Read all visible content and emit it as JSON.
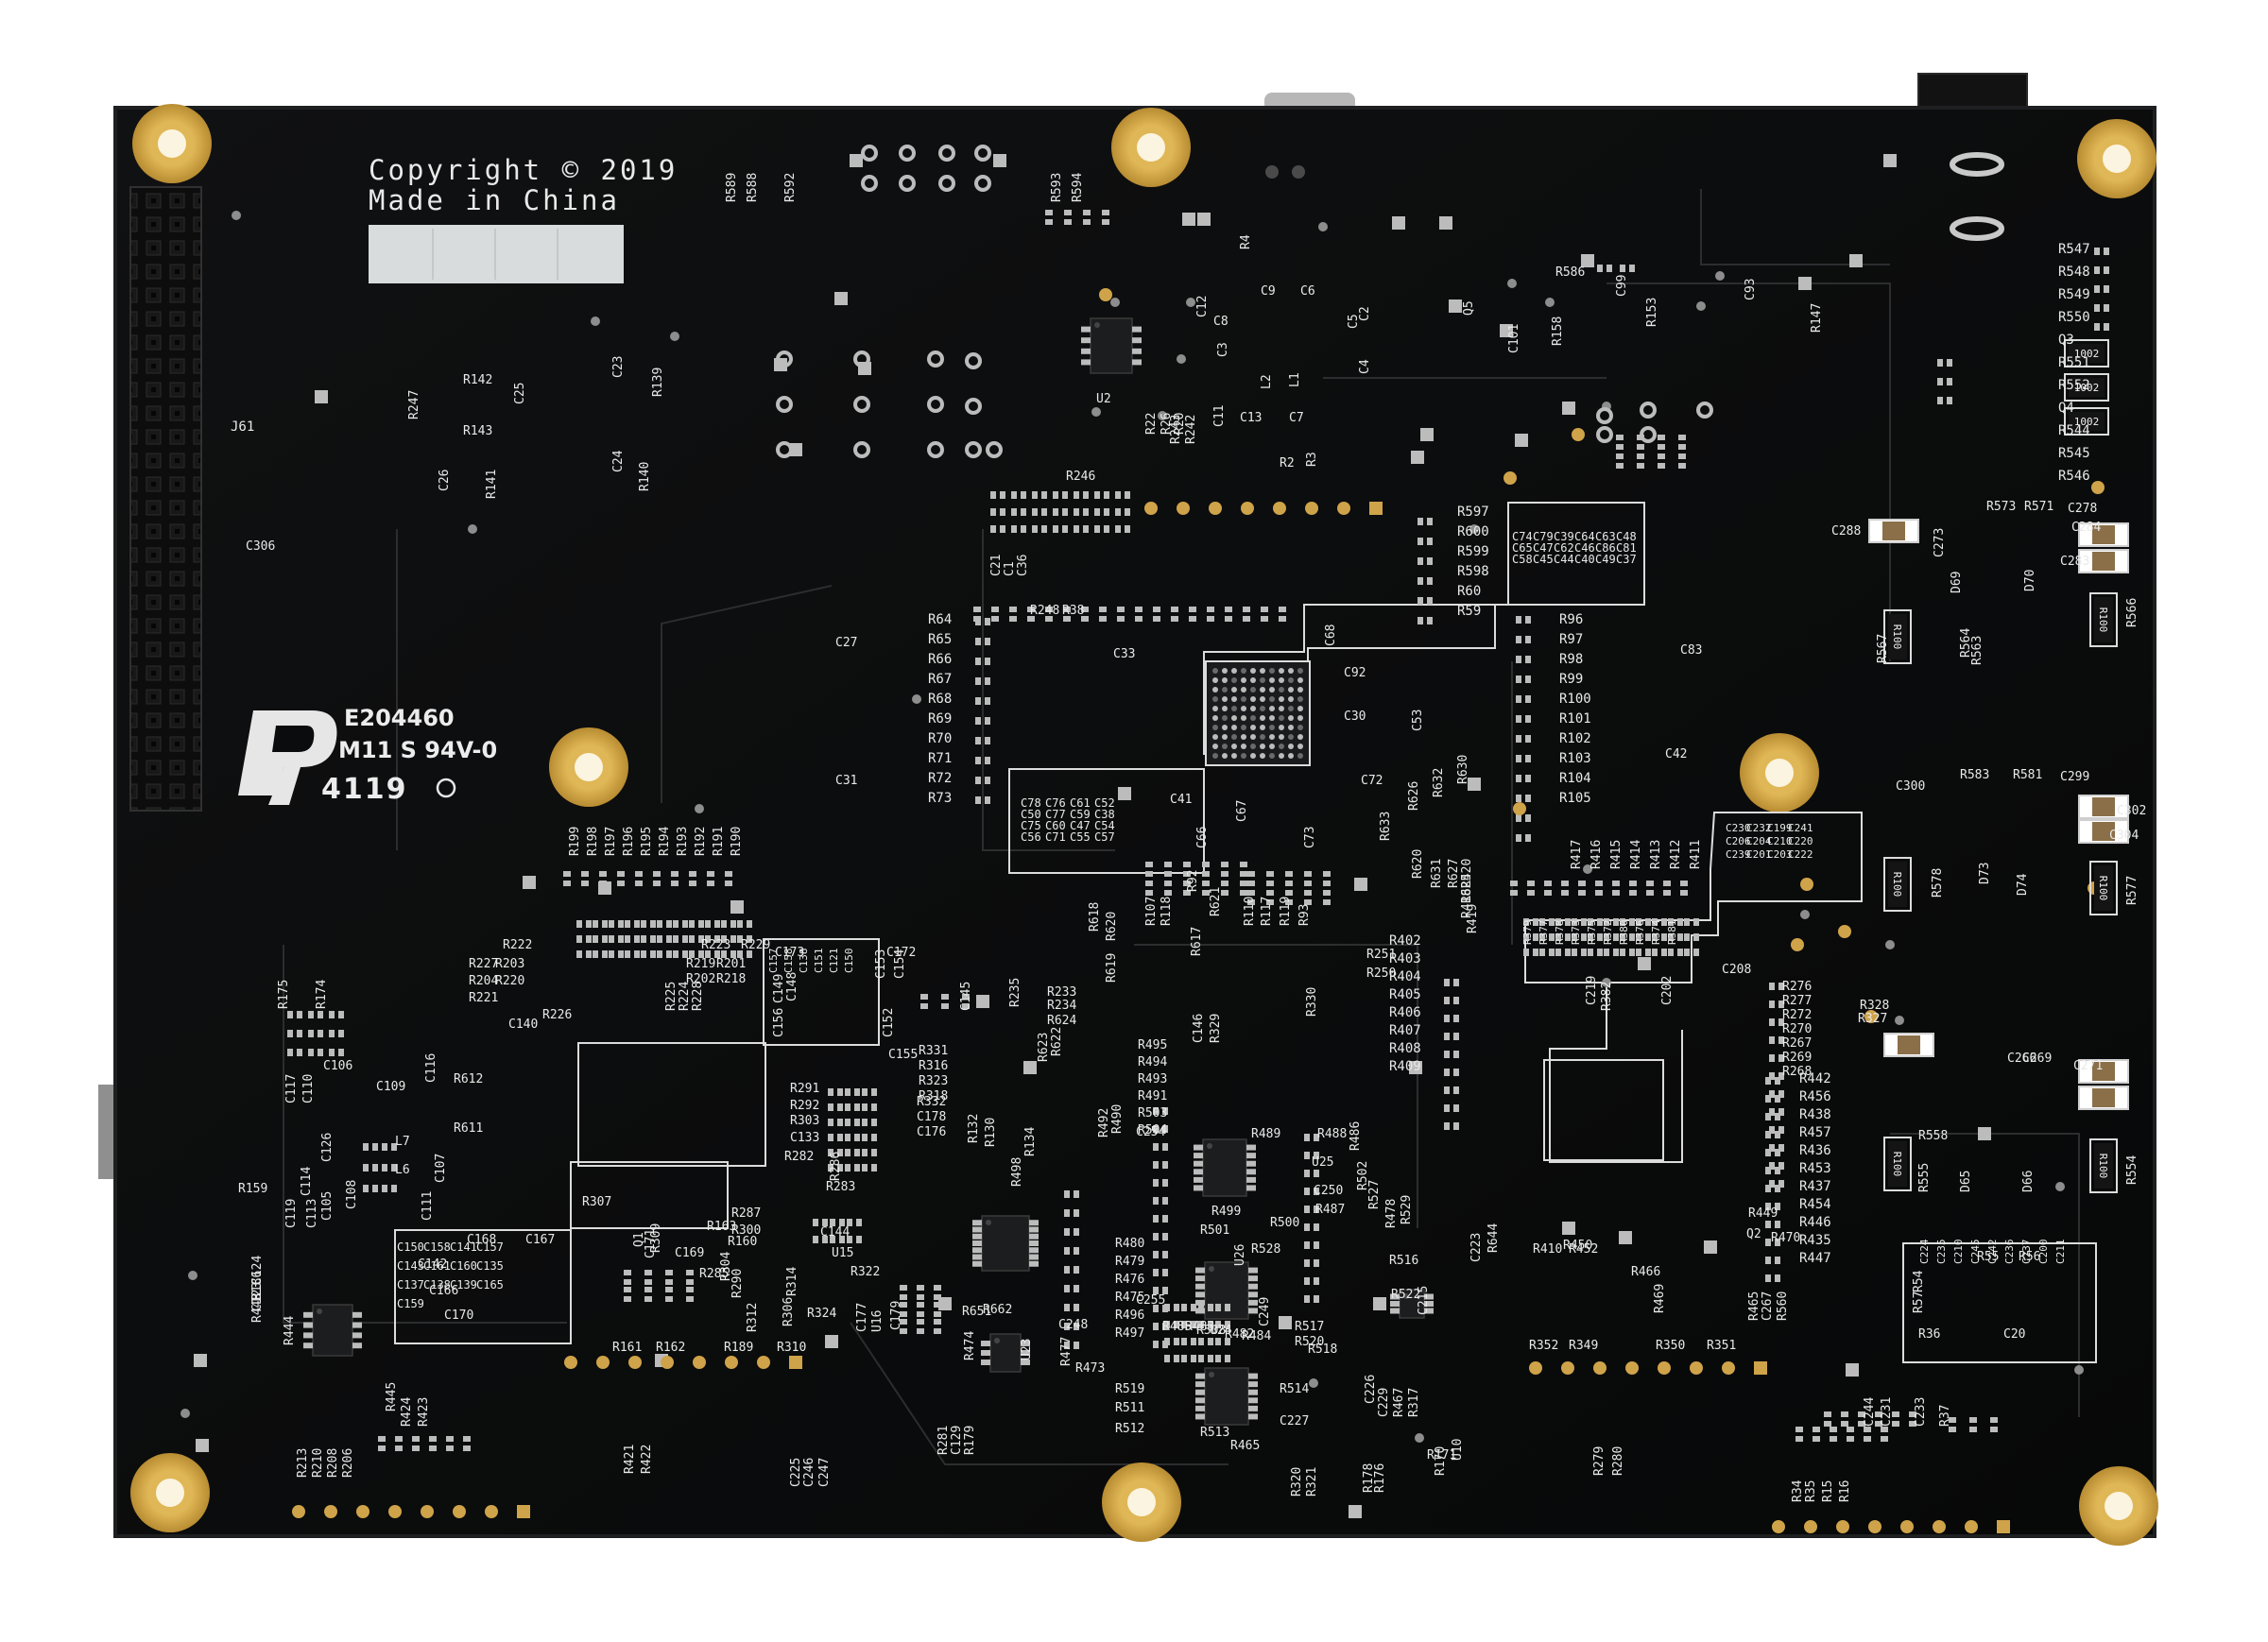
{
  "board": {
    "copyright_line1": "Copyright © 2019",
    "copyright_line2": "Made in China",
    "ul_cert": "E204460",
    "ul_rating": "M11 S 94V-0",
    "date_code": "4119",
    "header": "J61"
  },
  "labels": {
    "col_right": [
      "R547",
      "R548",
      "R549",
      "R550",
      "Q3",
      "R551",
      "R552",
      "Q4",
      "R544",
      "R545",
      "R546"
    ],
    "rgrid_a": [
      "R597",
      "R600",
      "R599",
      "R598",
      "R60",
      "R59"
    ],
    "rgrid_b": [
      "R96",
      "R97",
      "R98",
      "R99",
      "R100",
      "R101",
      "R102",
      "R103",
      "R104",
      "R105"
    ],
    "rgrid_c": [
      "R64",
      "R65",
      "R66",
      "R67",
      "R68",
      "R69",
      "R70",
      "R71",
      "R72",
      "R73"
    ],
    "rgrid_d": [
      "R402",
      "R403",
      "R404",
      "R405",
      "R406",
      "R407",
      "R408",
      "R409"
    ],
    "rgrid_e": [
      "R276",
      "R277",
      "R272",
      "R270",
      "R267",
      "R269",
      "R268"
    ],
    "rgrid_f": [
      "R442",
      "R456",
      "R438",
      "R457",
      "R436",
      "R453",
      "R437",
      "R454",
      "R446",
      "R435",
      "R447"
    ],
    "rgrid_g": [
      "R495",
      "R494",
      "R493",
      "R491",
      "R503",
      "R504"
    ],
    "rgrid_h": [
      "R480",
      "R479",
      "R476",
      "R475",
      "R496",
      "R497"
    ],
    "rrow_top": [
      "R199",
      "R198",
      "R197",
      "R196",
      "R195",
      "R194",
      "R193",
      "R192",
      "R191",
      "R190"
    ],
    "rrow_mid": [
      "R417",
      "R416",
      "R415",
      "R414",
      "R413",
      "R412",
      "R411"
    ],
    "rrow_bot": [
      "R213",
      "R210",
      "R208",
      "R206"
    ],
    "parts": [
      {
        "t": "R589"
      },
      {
        "t": "R588"
      },
      {
        "t": "R592"
      },
      {
        "t": "R593"
      },
      {
        "t": "R594"
      },
      {
        "t": "R4"
      },
      {
        "t": "R586"
      },
      {
        "t": "Q5"
      },
      {
        "t": "C101"
      },
      {
        "t": "R158"
      },
      {
        "t": "C99"
      },
      {
        "t": "R153"
      },
      {
        "t": "C93"
      },
      {
        "t": "R147"
      },
      {
        "t": "C12"
      },
      {
        "t": "C9"
      },
      {
        "t": "C6"
      },
      {
        "t": "C5"
      },
      {
        "t": "C2"
      },
      {
        "t": "C8"
      },
      {
        "t": "C3"
      },
      {
        "t": "L2"
      },
      {
        "t": "L1"
      },
      {
        "t": "C4"
      },
      {
        "t": "C7"
      },
      {
        "t": "C13"
      },
      {
        "t": "C11"
      },
      {
        "t": "U2"
      },
      {
        "t": "R22"
      },
      {
        "t": "R26"
      },
      {
        "t": "R20"
      },
      {
        "t": "R243"
      },
      {
        "t": "R242"
      },
      {
        "t": "R246"
      },
      {
        "t": "R2"
      },
      {
        "t": "R3"
      },
      {
        "t": "R142"
      },
      {
        "t": "R143"
      },
      {
        "t": "C25"
      },
      {
        "t": "R247"
      },
      {
        "t": "C23"
      },
      {
        "t": "R139"
      },
      {
        "t": "C24"
      },
      {
        "t": "R140"
      },
      {
        "t": "C26"
      },
      {
        "t": "R141"
      },
      {
        "t": "C306"
      },
      {
        "t": "C288"
      },
      {
        "t": "C273"
      },
      {
        "t": "R573"
      },
      {
        "t": "R571"
      },
      {
        "t": "C278"
      },
      {
        "t": "C284"
      },
      {
        "t": "C283"
      },
      {
        "t": "D69"
      },
      {
        "t": "D70"
      },
      {
        "t": "R567"
      },
      {
        "t": "R564"
      },
      {
        "t": "R563"
      },
      {
        "t": "R566"
      },
      {
        "t": "C83"
      },
      {
        "t": "C42"
      },
      {
        "t": "C300"
      },
      {
        "t": "R583"
      },
      {
        "t": "R581"
      },
      {
        "t": "C299"
      },
      {
        "t": "C302"
      },
      {
        "t": "C304"
      },
      {
        "t": "R578"
      },
      {
        "t": "D73"
      },
      {
        "t": "D74"
      },
      {
        "t": "R577"
      },
      {
        "t": "C27"
      },
      {
        "t": "C31"
      },
      {
        "t": "C33"
      },
      {
        "t": "C92"
      },
      {
        "t": "C30"
      },
      {
        "t": "C53"
      },
      {
        "t": "C72"
      },
      {
        "t": "C41"
      },
      {
        "t": "C67"
      },
      {
        "t": "C66"
      },
      {
        "t": "C73"
      },
      {
        "t": "C68"
      },
      {
        "t": "R248"
      },
      {
        "t": "R38"
      },
      {
        "t": "R626"
      },
      {
        "t": "R632"
      },
      {
        "t": "R630"
      },
      {
        "t": "R633"
      },
      {
        "t": "R620"
      },
      {
        "t": "R631"
      },
      {
        "t": "R627"
      },
      {
        "t": "R625"
      },
      {
        "t": "R420"
      },
      {
        "t": "R418"
      },
      {
        "t": "R419"
      },
      {
        "t": "R92"
      },
      {
        "t": "R107"
      },
      {
        "t": "R118"
      },
      {
        "t": "R621"
      },
      {
        "t": "R110"
      },
      {
        "t": "R117"
      },
      {
        "t": "R119"
      },
      {
        "t": "R93"
      },
      {
        "t": "R617"
      },
      {
        "t": "R251"
      },
      {
        "t": "R250"
      },
      {
        "t": "C219"
      },
      {
        "t": "C202"
      },
      {
        "t": "C208"
      },
      {
        "t": "R382"
      },
      {
        "t": "R618"
      },
      {
        "t": "R620"
      },
      {
        "t": "R619"
      },
      {
        "t": "R222"
      },
      {
        "t": "R227"
      },
      {
        "t": "R203"
      },
      {
        "t": "R204"
      },
      {
        "t": "R220"
      },
      {
        "t": "R221"
      },
      {
        "t": "R226"
      },
      {
        "t": "R223"
      },
      {
        "t": "R229"
      },
      {
        "t": "R219"
      },
      {
        "t": "R201"
      },
      {
        "t": "R202"
      },
      {
        "t": "R218"
      },
      {
        "t": "R225"
      },
      {
        "t": "R224"
      },
      {
        "t": "R228"
      },
      {
        "t": "C140"
      },
      {
        "t": "C173"
      },
      {
        "t": "C172"
      },
      {
        "t": "C149"
      },
      {
        "t": "C148"
      },
      {
        "t": "C156"
      },
      {
        "t": "C153"
      },
      {
        "t": "C154"
      },
      {
        "t": "C152"
      },
      {
        "t": "C155"
      },
      {
        "t": "R175"
      },
      {
        "t": "R174"
      },
      {
        "t": "C106"
      },
      {
        "t": "C109"
      },
      {
        "t": "C116"
      },
      {
        "t": "R612"
      },
      {
        "t": "R611"
      },
      {
        "t": "L7"
      },
      {
        "t": "L6"
      },
      {
        "t": "C117"
      },
      {
        "t": "C110"
      },
      {
        "t": "C107"
      },
      {
        "t": "R159"
      },
      {
        "t": "C119"
      },
      {
        "t": "C114"
      },
      {
        "t": "C113"
      },
      {
        "t": "C108"
      },
      {
        "t": "C105"
      },
      {
        "t": "C111"
      },
      {
        "t": "C126"
      },
      {
        "t": "R307"
      },
      {
        "t": "R291"
      },
      {
        "t": "R292"
      },
      {
        "t": "R303"
      },
      {
        "t": "C133"
      },
      {
        "t": "R282"
      },
      {
        "t": "R283"
      },
      {
        "t": "R286"
      },
      {
        "t": "R287"
      },
      {
        "t": "R300"
      },
      {
        "t": "C144"
      },
      {
        "t": "C145"
      },
      {
        "t": "R235"
      },
      {
        "t": "R233"
      },
      {
        "t": "R234"
      },
      {
        "t": "R624"
      },
      {
        "t": "R622"
      },
      {
        "t": "R623"
      },
      {
        "t": "C146"
      },
      {
        "t": "R329"
      },
      {
        "t": "R330"
      },
      {
        "t": "R327"
      },
      {
        "t": "R328"
      },
      {
        "t": "R331"
      },
      {
        "t": "R316"
      },
      {
        "t": "R323"
      },
      {
        "t": "R318"
      },
      {
        "t": "R332"
      },
      {
        "t": "C178"
      },
      {
        "t": "C176"
      },
      {
        "t": "R132"
      },
      {
        "t": "R130"
      },
      {
        "t": "R134"
      },
      {
        "t": "R498"
      },
      {
        "t": "R492"
      },
      {
        "t": "R490"
      },
      {
        "t": "C254"
      },
      {
        "t": "R489"
      },
      {
        "t": "R488"
      },
      {
        "t": "R486"
      },
      {
        "t": "U25"
      },
      {
        "t": "C250"
      },
      {
        "t": "R487"
      },
      {
        "t": "R499"
      },
      {
        "t": "R500"
      },
      {
        "t": "R501"
      },
      {
        "t": "R502"
      },
      {
        "t": "R527"
      },
      {
        "t": "R478"
      },
      {
        "t": "R529"
      },
      {
        "t": "R528"
      },
      {
        "t": "U26"
      },
      {
        "t": "R516"
      },
      {
        "t": "R522"
      },
      {
        "t": "C215"
      },
      {
        "t": "C223"
      },
      {
        "t": "R644"
      },
      {
        "t": "R410"
      },
      {
        "t": "R450"
      },
      {
        "t": "R452"
      },
      {
        "t": "R449"
      },
      {
        "t": "Q2"
      },
      {
        "t": "R470"
      },
      {
        "t": "R466"
      },
      {
        "t": "R469"
      },
      {
        "t": "R465"
      },
      {
        "t": "C267"
      },
      {
        "t": "R560"
      },
      {
        "t": "R558"
      },
      {
        "t": "C266"
      },
      {
        "t": "C269"
      },
      {
        "t": "C271"
      },
      {
        "t": "R555"
      },
      {
        "t": "D65"
      },
      {
        "t": "D66"
      },
      {
        "t": "R554"
      },
      {
        "t": "R352"
      },
      {
        "t": "R349"
      },
      {
        "t": "R350"
      },
      {
        "t": "R351"
      },
      {
        "t": "C168"
      },
      {
        "t": "C167"
      },
      {
        "t": "C142"
      },
      {
        "t": "C166"
      },
      {
        "t": "C170"
      },
      {
        "t": "C171"
      },
      {
        "t": "C169"
      },
      {
        "t": "R163"
      },
      {
        "t": "R160"
      },
      {
        "t": "R161"
      },
      {
        "t": "R162"
      },
      {
        "t": "R189"
      },
      {
        "t": "R310"
      },
      {
        "t": "Q1"
      },
      {
        "t": "R309"
      },
      {
        "t": "R285"
      },
      {
        "t": "R304"
      },
      {
        "t": "R290"
      },
      {
        "t": "R306"
      },
      {
        "t": "R314"
      },
      {
        "t": "R312"
      },
      {
        "t": "R324"
      },
      {
        "t": "U15"
      },
      {
        "t": "R322"
      },
      {
        "t": "C177"
      },
      {
        "t": "U16"
      },
      {
        "t": "C179"
      },
      {
        "t": "R651"
      },
      {
        "t": "R662"
      },
      {
        "t": "R474"
      },
      {
        "t": "U23"
      },
      {
        "t": "C248"
      },
      {
        "t": "R477"
      },
      {
        "t": "R473"
      },
      {
        "t": "C255"
      },
      {
        "t": "R485"
      },
      {
        "t": "R483"
      },
      {
        "t": "R508"
      },
      {
        "t": "U24"
      },
      {
        "t": "R484"
      },
      {
        "t": "R482"
      },
      {
        "t": "C249"
      },
      {
        "t": "R517"
      },
      {
        "t": "R520"
      },
      {
        "t": "R518"
      },
      {
        "t": "R519"
      },
      {
        "t": "R511"
      },
      {
        "t": "R512"
      },
      {
        "t": "R513"
      },
      {
        "t": "R514"
      },
      {
        "t": "C227"
      },
      {
        "t": "R465"
      },
      {
        "t": "C226"
      },
      {
        "t": "C229"
      },
      {
        "t": "R467"
      },
      {
        "t": "R317"
      },
      {
        "t": "R320"
      },
      {
        "t": "R321"
      },
      {
        "t": "R178"
      },
      {
        "t": "R176"
      },
      {
        "t": "R171"
      },
      {
        "t": "R170"
      },
      {
        "t": "U10"
      },
      {
        "t": "R279"
      },
      {
        "t": "R280"
      },
      {
        "t": "R281"
      },
      {
        "t": "C129"
      },
      {
        "t": "R179"
      },
      {
        "t": "C124"
      },
      {
        "t": "R186"
      },
      {
        "t": "C123"
      },
      {
        "t": "R443"
      },
      {
        "t": "R444"
      },
      {
        "t": "R445"
      },
      {
        "t": "R424"
      },
      {
        "t": "R423"
      },
      {
        "t": "R421"
      },
      {
        "t": "R422"
      },
      {
        "t": "C225"
      },
      {
        "t": "C246"
      },
      {
        "t": "C247"
      },
      {
        "t": "C244"
      },
      {
        "t": "C231"
      },
      {
        "t": "C233"
      },
      {
        "t": "R37"
      },
      {
        "t": "R34"
      },
      {
        "t": "R35"
      },
      {
        "t": "R15"
      },
      {
        "t": "R16"
      },
      {
        "t": "R54"
      },
      {
        "t": "R55"
      },
      {
        "t": "R56"
      },
      {
        "t": "R57"
      },
      {
        "t": "R36"
      },
      {
        "t": "C20"
      },
      {
        "t": "C21"
      },
      {
        "t": "C1"
      },
      {
        "t": "C36"
      }
    ],
    "box_groups": {
      "cap_top_right": [
        "C74",
        "C79",
        "C39",
        "C64",
        "C63",
        "C48",
        "C65",
        "C47",
        "C62",
        "C46",
        "C86",
        "C81",
        "C58",
        "C45",
        "C44",
        "C40",
        "C49",
        "C37"
      ],
      "cap_mid_left": [
        "C78",
        "C76",
        "C61",
        "C52",
        "C50",
        "C77",
        "C59",
        "C38",
        "C75",
        "C60",
        "C47",
        "C54",
        "C56",
        "C71",
        "C55",
        "C57"
      ],
      "cap_mid_right": [
        "C230",
        "C232",
        "C199",
        "C241",
        "C206",
        "C204",
        "C210",
        "C220",
        "C239",
        "C201",
        "C203",
        "C222"
      ],
      "r_mid": [
        "R379",
        "R377",
        "R378",
        "R373",
        "R375",
        "R372",
        "R380",
        "R376",
        "R374",
        "R381"
      ],
      "cap_left": [
        "C150",
        "C158",
        "C141",
        "C157",
        "C143",
        "C161",
        "C160",
        "C135",
        "C137",
        "C138",
        "C139",
        "C165",
        "C159"
      ],
      "cap_br": [
        "C224",
        "C235",
        "C210",
        "C245",
        "C242",
        "C236",
        "C237",
        "C200",
        "C211"
      ],
      "cap_l2": [
        "C157",
        "C158",
        "C138",
        "C151",
        "C121",
        "C150"
      ]
    },
    "resistor_marks": [
      "1002",
      "1002",
      "1002",
      "R100",
      "R100",
      "R100",
      "R100",
      "R100",
      "R100"
    ]
  },
  "colors": {
    "pcb": "#0b0c0d",
    "pcb_edge": "#1b1c1d",
    "silkscreen": "#e9e9e9",
    "pad_gold": "#cfa349",
    "pad_silver": "#bcbcbc",
    "hole_cream": "#fbf4e0"
  }
}
